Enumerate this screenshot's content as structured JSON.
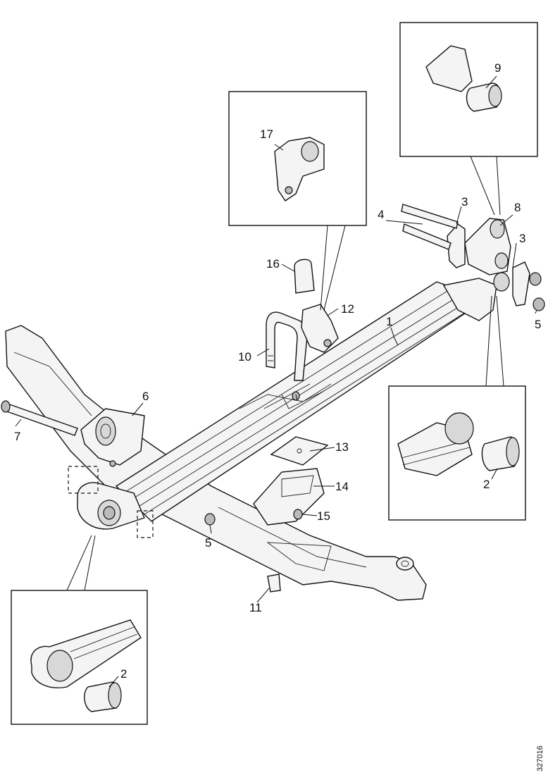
{
  "callouts": {
    "c1": "1",
    "c2_right": "2",
    "c2_bottom": "2",
    "c3_top": "3",
    "c3_right": "3",
    "c4": "4",
    "c5_right": "5",
    "c5_mid": "5",
    "c6": "6",
    "c7": "7",
    "c8": "8",
    "c9": "9",
    "c10": "10",
    "c11": "11",
    "c12": "12",
    "c13": "13",
    "c14": "14",
    "c15": "15",
    "c16": "16",
    "c17": "17"
  },
  "reference": "327016"
}
